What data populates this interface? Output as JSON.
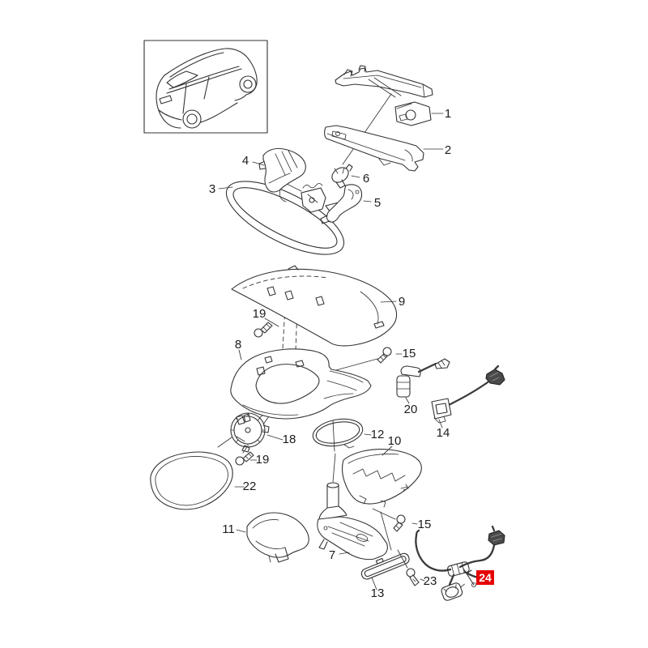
{
  "diagram": {
    "kind": "exploded-parts-diagram",
    "colors": {
      "background": "#ffffff",
      "line": "#333333"
    },
    "labels": {
      "p1": "1",
      "p2": "2",
      "p3": "3",
      "p4": "4",
      "p5": "5",
      "p6": "6",
      "p7": "7",
      "p8": "8",
      "p9": "9",
      "p10": "10",
      "p11": "11",
      "p12": "12",
      "p13": "13",
      "p14": "14",
      "p15a": "15",
      "p15b": "15",
      "p18": "18",
      "p19a": "19",
      "p19b": "19",
      "p20": "20",
      "p22": "22",
      "p23": "23",
      "p24": "24"
    },
    "highlight": {
      "part": "24",
      "background": "#e60000",
      "text": "#ffffff"
    }
  }
}
